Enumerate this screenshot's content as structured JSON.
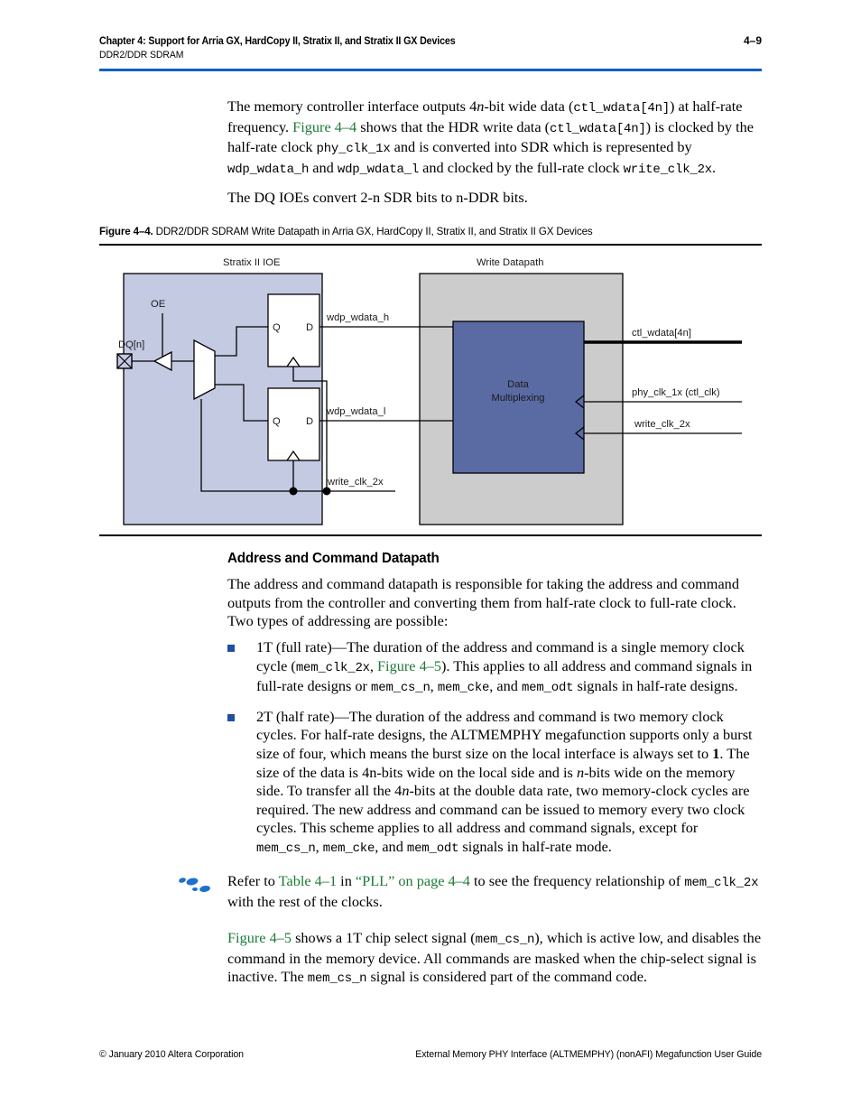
{
  "header": {
    "chapter_title": "Chapter 4:  Support for Arria GX, HardCopy II, Stratix II, and Stratix II GX Devices",
    "subtitle": "DDR2/DDR SDRAM",
    "page_number": "4–9",
    "rule_color": "#0a5ec4"
  },
  "intro": {
    "p1_part1": "The memory controller interface outputs 4",
    "p1_n1": "n",
    "p1_part2": "-bit wide data (",
    "p1_code1": "ctl_wdata[4n]",
    "p1_part3": ") at half-rate frequency. ",
    "p1_link1": "Figure 4–4",
    "p1_part4": " shows that the HDR write data (",
    "p1_code2": "ctl_wdata[4n]",
    "p1_part5": ") is clocked by the half-rate clock ",
    "p1_code3": "phy_clk_1x",
    "p1_part6": " and is converted into SDR which is represented by ",
    "p1_code4": "wdp_wdata_h",
    "p1_part7": " and ",
    "p1_code5": "wdp_wdata_l",
    "p1_part8": " and clocked by the full-rate clock ",
    "p1_code6": "write_clk_2x",
    "p1_part9": ".",
    "p2": "The DQ IOEs convert 2-n SDR bits to n-DDR bits."
  },
  "figure": {
    "label": "Figure 4–4.",
    "caption": "DDR2/DDR SDRAM Write Datapath in Arria GX, HardCopy II, Stratix II, and Stratix II GX Devices",
    "colors": {
      "ioe_fill": "#c5cae3",
      "datapath_fill": "#cccccc",
      "mux_block_fill": "#5a6ba4",
      "stroke": "#000000"
    },
    "ioe_title": "Stratix II IOE",
    "datapath_title": "Write Datapath",
    "mux_block_line1": "Data",
    "mux_block_line2": "Multiplexing",
    "labels": {
      "oe": "OE",
      "dq": "DQ[n]",
      "ff_q": "Q",
      "ff_d": "D",
      "wdp_wdata_h": "wdp_wdata_h",
      "wdp_wdata_l": "wdp_wdata_l",
      "write_clk_2x_left": "write_clk_2x",
      "ctl_wdata": "ctl_wdata[4n]",
      "phy_clk_1x": "phy_clk_1x (ctl_clk)",
      "write_clk_2x_right": "write_clk_2x"
    }
  },
  "section": {
    "heading": "Address and Command Datapath",
    "intro": "The address and command datapath is responsible for taking the address and command outputs from the controller and converting them from half-rate clock to full-rate clock. Two types of addressing are possible:"
  },
  "bullets": [
    {
      "b1_p1": "1T (full rate)—The duration of the address and command is a single memory clock cycle (",
      "b1_code1": "mem_clk_2x",
      "b1_p2": ", ",
      "b1_link": "Figure 4–5",
      "b1_p3": "). This applies to all address and command signals in full-rate designs or ",
      "b1_code2": "mem_cs_n",
      "b1_p4": ", ",
      "b1_code3": "mem_cke",
      "b1_p5": ", and ",
      "b1_code4": "mem_odt",
      "b1_p6": " signals in half-rate designs."
    },
    {
      "b2_p1": "2T (half rate)—The duration of the address and command is two memory clock cycles. For half-rate designs, the ALTMEMPHY megafunction supports only a burst size of four, which means the burst size on the local interface is always set to ",
      "b2_bold": "1",
      "b2_p2": ". The size of the data is 4n-bits wide on the local side and is ",
      "b2_ital1": "n",
      "b2_p3": "-bits wide on the memory side. To transfer all the 4",
      "b2_ital2": "n",
      "b2_p4": "-bits at the double data rate, two memory-clock cycles are required. The new address and command can be issued to memory every two clock cycles. This scheme applies to all address and command signals, except for ",
      "b2_code1": "mem_cs_n",
      "b2_p5": ", ",
      "b2_code2": "mem_cke",
      "b2_p6": ", and ",
      "b2_code3": "mem_odt",
      "b2_p7": " signals in half-rate mode."
    }
  ],
  "note": {
    "icon": "note-footprint-icon",
    "icon_color": "#1f6fd0",
    "p1": "Refer to ",
    "link1": "Table 4–1",
    "p2": " in ",
    "link2": "“PLL” on page 4–4",
    "p3": " to see the frequency relationship of ",
    "code1": "mem_clk_2x",
    "p4": " with the rest of the clocks."
  },
  "closing": {
    "link1": "Figure 4–5",
    "p1": " shows a 1T chip select signal (",
    "code1": "mem_cs_n",
    "p2": "), which is active low, and disables the command in the memory device. All commands are masked when the chip-select signal is inactive. The ",
    "code2": "mem_cs_n",
    "p3": " signal is considered part of the command code."
  },
  "footer": {
    "left": "© January 2010   Altera Corporation",
    "right": "External Memory PHY Interface (ALTMEMPHY) (nonAFI) Megafunction User Guide"
  }
}
